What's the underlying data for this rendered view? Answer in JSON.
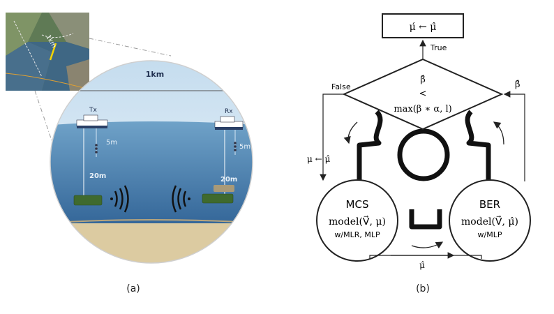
{
  "panel_a": {
    "caption": "(a)",
    "map_label": "1km",
    "distance_label": "1km",
    "tx_label": "Tx",
    "rx_label": "Rx",
    "depth_5m_left": "5m",
    "depth_20m_left": "20m",
    "depth_5m_right": "5m",
    "depth_20m_right": "20m",
    "colors": {
      "sky": "#dcecf6",
      "water_top": "#6fa2c8",
      "water_bottom": "#1d4f86",
      "seabed": "#dccba1"
    }
  },
  "panel_b": {
    "caption": "(b)",
    "result_box": "μ́ ← μ̂",
    "true_label": "True",
    "false_label": "False",
    "beta_in_label": "β̂",
    "cond_line1": "β̂",
    "cond_line2": "<",
    "cond_line3": "max(β ∗ α, l)",
    "mu_update_label": "μ ← μ̂",
    "mcs": {
      "title": "MCS",
      "model": "model(V⃗, μ)",
      "method": "w/MLR, MLP"
    },
    "ber": {
      "title": "BER",
      "model": "model(V⃗, μ̂)",
      "method": "w/MLP"
    },
    "bottom_label": "μ̂"
  }
}
